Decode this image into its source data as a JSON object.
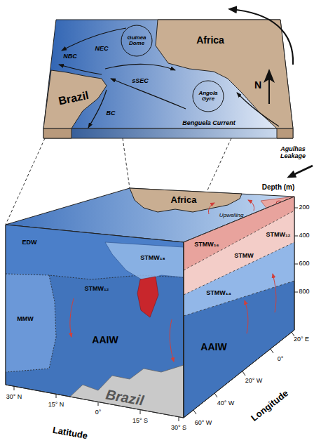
{
  "diagram": {
    "nodes": [
      {
        "text": [
          "Guinea Dome"
        ]
      },
      {
        "text": [
          "Angola Gyre"
        ]
      }
    ],
    "labels": [
      "Africa",
      "NEC",
      "NBC",
      "Brazil",
      "sSEC",
      "BC",
      "Benguela Current",
      "N",
      "Agulhas Leakage",
      "Depth (m)",
      "200",
      "400",
      "600",
      "800",
      "Africa",
      "Upwelling",
      "EDW",
      "STMW₁₈",
      "MMW",
      "STMW₁₂",
      "AAIW",
      "Brazil",
      "STMW₁₆",
      "STMW",
      "STMW₁₂",
      "STMW₁₄",
      "AAIW",
      "30° N",
      "15° N",
      "0°",
      "15° S",
      "30° S",
      "Latitude",
      "60° W",
      "40° W",
      "20° W",
      "0°",
      "20° E",
      "Longitude"
    ]
  }
}
